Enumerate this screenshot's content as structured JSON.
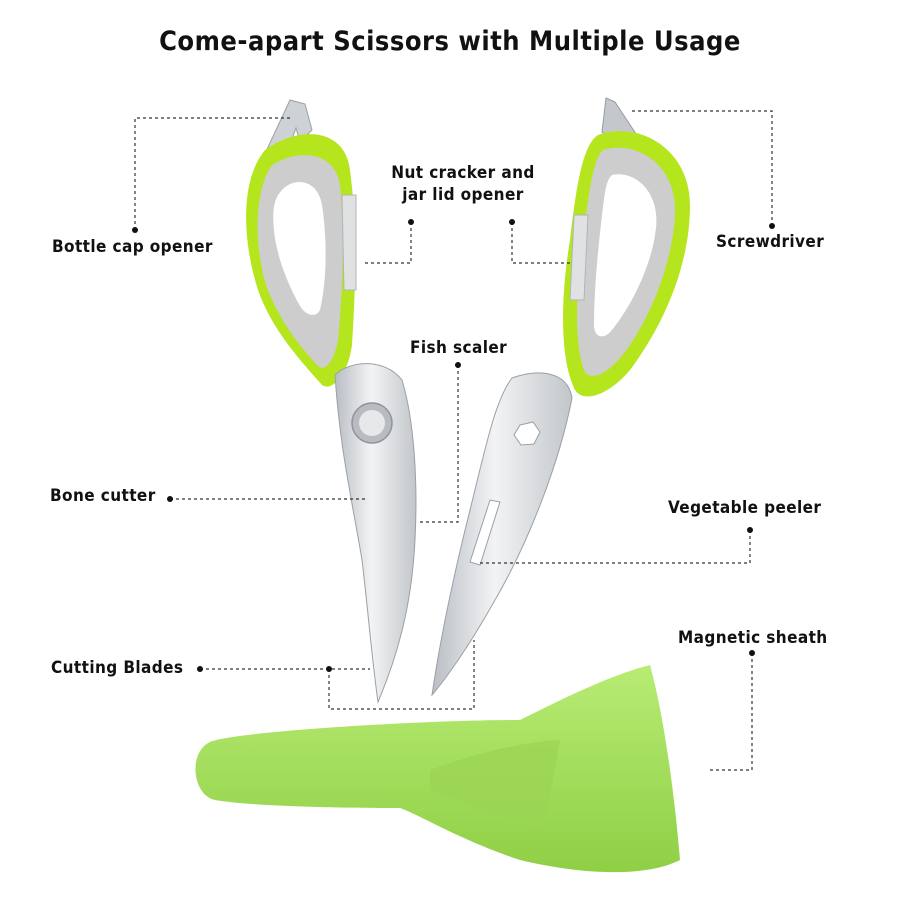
{
  "title": "Come-apart Scissors with Multiple Usage",
  "labels": {
    "bottle_cap_opener": "Bottle cap opener",
    "nut_cracker_line1": "Nut cracker and",
    "nut_cracker_line2": "jar lid opener",
    "screwdriver": "Screwdriver",
    "fish_scaler": "Fish scaler",
    "bone_cutter": "Bone cutter",
    "vegetable_peeler": "Vegetable peeler",
    "cutting_blades": "Cutting Blades",
    "magnetic_sheath": "Magnetic sheath"
  },
  "colors": {
    "handle_green": "#b5e61d",
    "handle_gray": "#c8c8c8",
    "blade_steel": "#d9dcdf",
    "sheath_green": "#a8e060",
    "leader_line": "#333333"
  }
}
